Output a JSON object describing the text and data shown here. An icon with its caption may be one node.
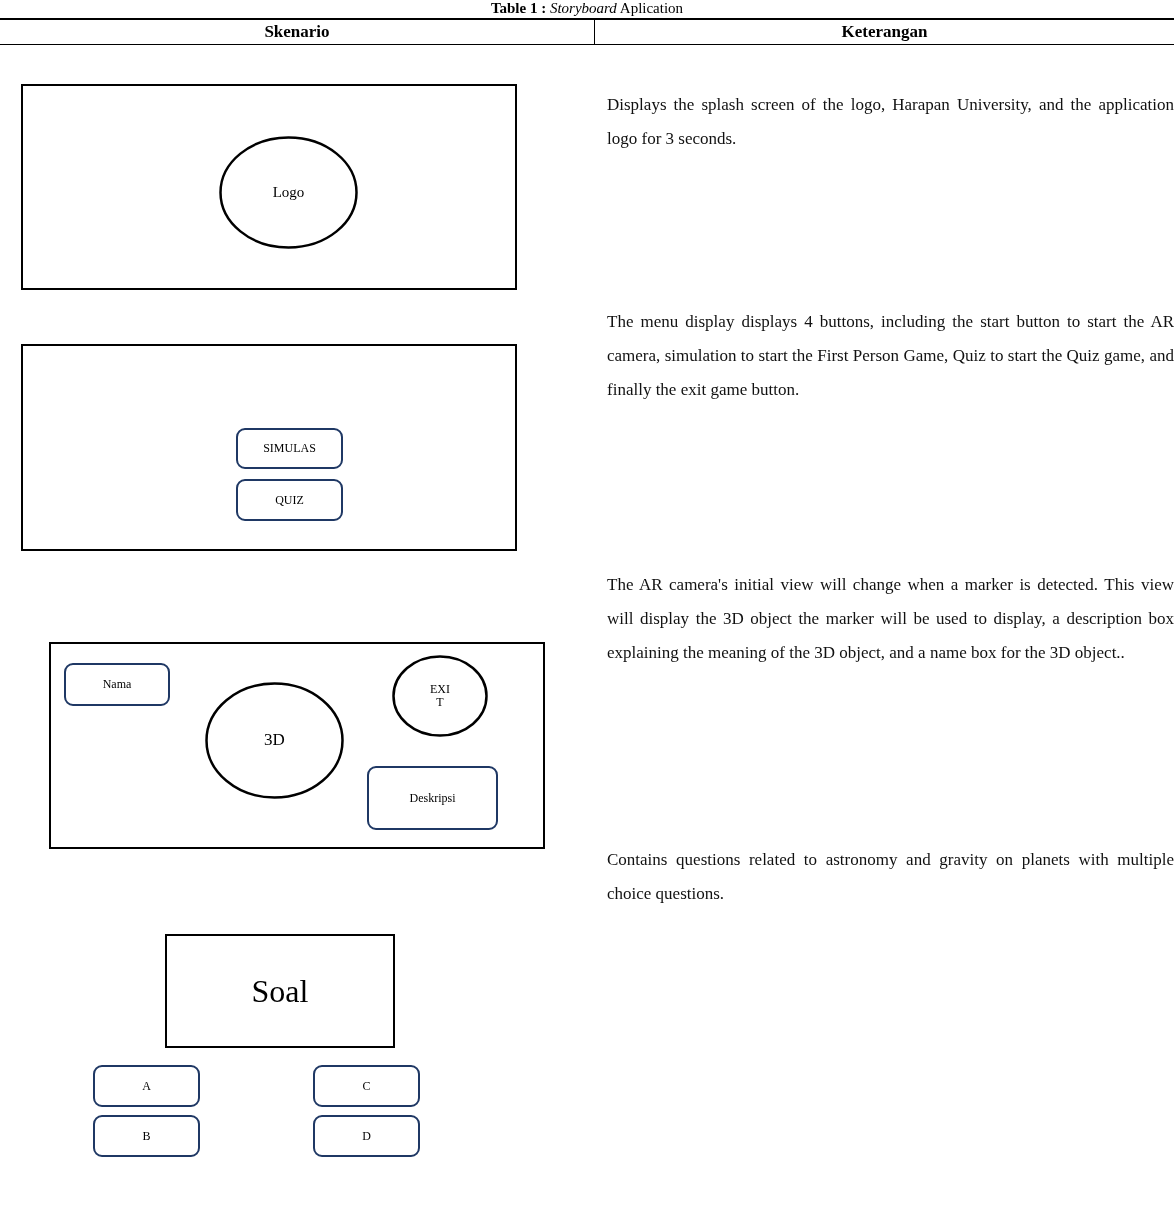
{
  "diagram": {
    "title": "**Table 1 :** *Storyboard* Aplication",
    "nodes": [
      {
        "text": [],
        "shape": "box"
      },
      {
        "text": [
          "Logo"
        ],
        "in": 0
      },
      {
        "text": [],
        "shape": "box"
      },
      {
        "text": [
          "SIMULAS"
        ],
        "in": 2
      },
      {
        "text": [
          "QUIZ"
        ],
        "in": 2
      },
      {
        "text": [],
        "shape": "box"
      },
      {
        "text": [
          "Nama"
        ],
        "in": 5
      },
      {
        "text": [
          "EXI T"
        ],
        "in": 5
      },
      {
        "text": [
          "3D"
        ],
        "in": 5
      },
      {
        "text": [
          "Deskripsi"
        ],
        "in": 5
      },
      {
        "text": [
          "Soal"
        ]
      },
      {
        "text": [
          "A"
        ]
      },
      {
        "text": [
          "C"
        ]
      },
      {
        "text": [
          "B"
        ]
      },
      {
        "text": [
          "D"
        ]
      }
    ],
    "edges": [],
    "labels": [
      "Skenario",
      "Keterangan",
      "Displays the splash screen of the logo, Harapan University, and the application logo for 3 seconds.",
      "The menu display displays 4 buttons, including the start button to start the AR camera, simulation to start the First Person Game, Quiz to start the Quiz game, and finally the exit game button.",
      "The AR camera's initial view will change when a marker is detected. This view will display the 3D object the marker will be used to display, a description box explaining the meaning of the 3D object, and a name box for the 3D object..",
      "Contains questions related to astronomy and gravity on planets with multiple choice questions."
    ]
  }
}
